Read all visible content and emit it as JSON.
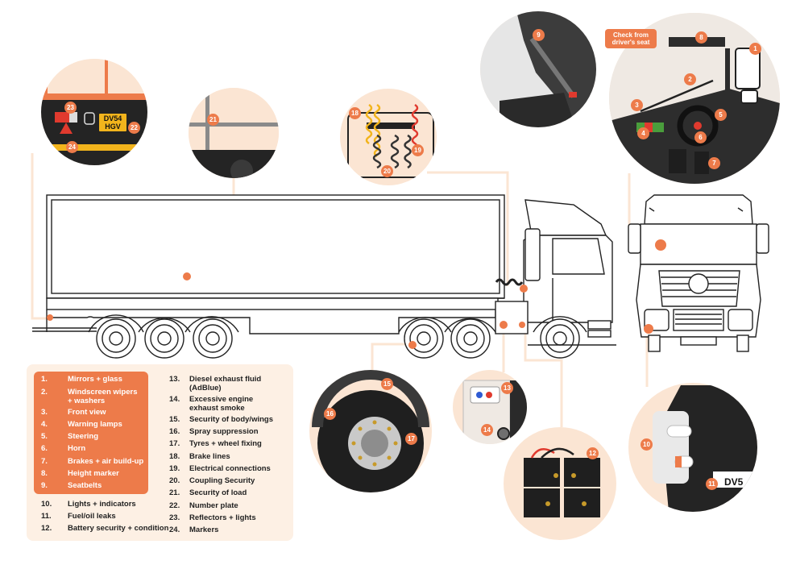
{
  "callout": {
    "line1": "Check from",
    "line2": "driver's seat"
  },
  "plate": {
    "line1": "DV54",
    "line2": "HGV"
  },
  "mirror_plate_text": "DV5",
  "badges": [
    "1",
    "2",
    "3",
    "4",
    "5",
    "6",
    "7",
    "8",
    "9",
    "10",
    "11",
    "12",
    "13",
    "14",
    "15",
    "16",
    "17",
    "18",
    "19",
    "20",
    "21",
    "22",
    "23",
    "24"
  ],
  "legend": [
    {
      "num": "1.",
      "label": "Mirrors + glass"
    },
    {
      "num": "2.",
      "label": "Windscreen wipers",
      "label2": "+ washers"
    },
    {
      "num": "3.",
      "label": "Front view"
    },
    {
      "num": "4.",
      "label": "Warning lamps"
    },
    {
      "num": "5.",
      "label": "Steering"
    },
    {
      "num": "6.",
      "label": "Horn"
    },
    {
      "num": "7.",
      "label": "Brakes + air build-up"
    },
    {
      "num": "8.",
      "label": "Height marker"
    },
    {
      "num": "9.",
      "label": "Seatbelts"
    },
    {
      "num": "10.",
      "label": "Lights + indicators"
    },
    {
      "num": "11.",
      "label": "Fuel/oil leaks"
    },
    {
      "num": "12.",
      "label": "Battery security + condition"
    },
    {
      "num": "13.",
      "label": "Diesel exhaust fluid",
      "label2": "(AdBlue)"
    },
    {
      "num": "14.",
      "label": "Excessive engine",
      "label2": "exhaust smoke"
    },
    {
      "num": "15.",
      "label": "Security of body/wings"
    },
    {
      "num": "16.",
      "label": "Spray suppression"
    },
    {
      "num": "17.",
      "label": "Tyres + wheel fixing"
    },
    {
      "num": "18.",
      "label": "Brake lines"
    },
    {
      "num": "19.",
      "label": "Electrical connections"
    },
    {
      "num": "20.",
      "label": "Coupling Security"
    },
    {
      "num": "21.",
      "label": "Security of load"
    },
    {
      "num": "22.",
      "label": "Number plate"
    },
    {
      "num": "23.",
      "label": "Reflectors + lights"
    },
    {
      "num": "24.",
      "label": "Markers"
    }
  ],
  "colors": {
    "accent": "#ed7b4a",
    "bubble": "#fbe5d3",
    "legend_bg": "#fdf0e4",
    "line": "#222222"
  }
}
